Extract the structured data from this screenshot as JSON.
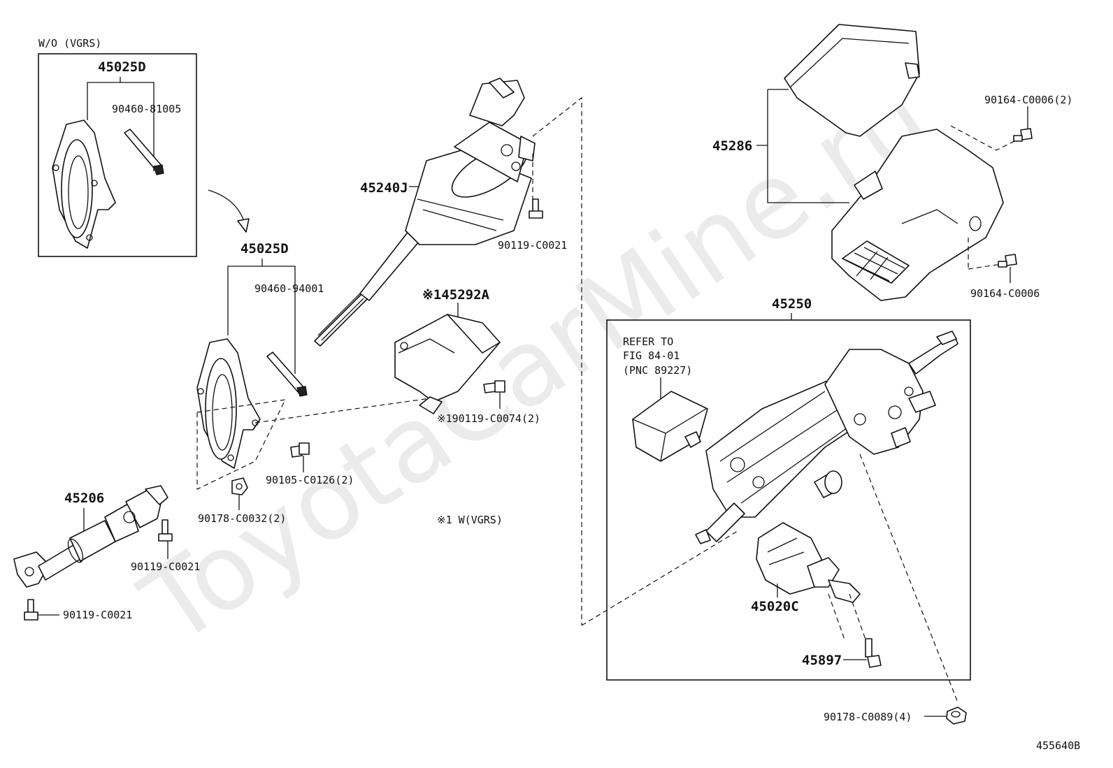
{
  "watermark": "ToyotaCarMine.ru",
  "figure_code": "455640B",
  "notes": {
    "without_vgrs": "W/O (VGRS)",
    "with_vgrs": "※1 W(VGRS)",
    "refer_to": [
      "REFER TO",
      "FIG 84-01",
      "(PNC 89227)"
    ]
  },
  "parts": {
    "p45025D_top": "45025D",
    "p90460_81005": "90460-81005",
    "p45025D_mid": "45025D",
    "p90460_94001": "90460-94001",
    "p45240J": "45240J",
    "p90119_C0021_a": "90119-C0021",
    "p145292A": "※145292A",
    "p90119_C0074": "※190119-C0074(2)",
    "p90105_C0126": "90105-C0126(2)",
    "p90178_C0032": "90178-C0032(2)",
    "p45206": "45206",
    "p90119_C0021_b": "90119-C0021",
    "p90119_C0021_c": "90119-C0021",
    "p45286": "45286",
    "p90164_C0006_2": "90164-C0006(2)",
    "p90164_C0006": "90164-C0006",
    "p45250": "45250",
    "p45020C": "45020C",
    "p45897": "45897",
    "p90178_C0089": "90178-C0089(4)"
  }
}
